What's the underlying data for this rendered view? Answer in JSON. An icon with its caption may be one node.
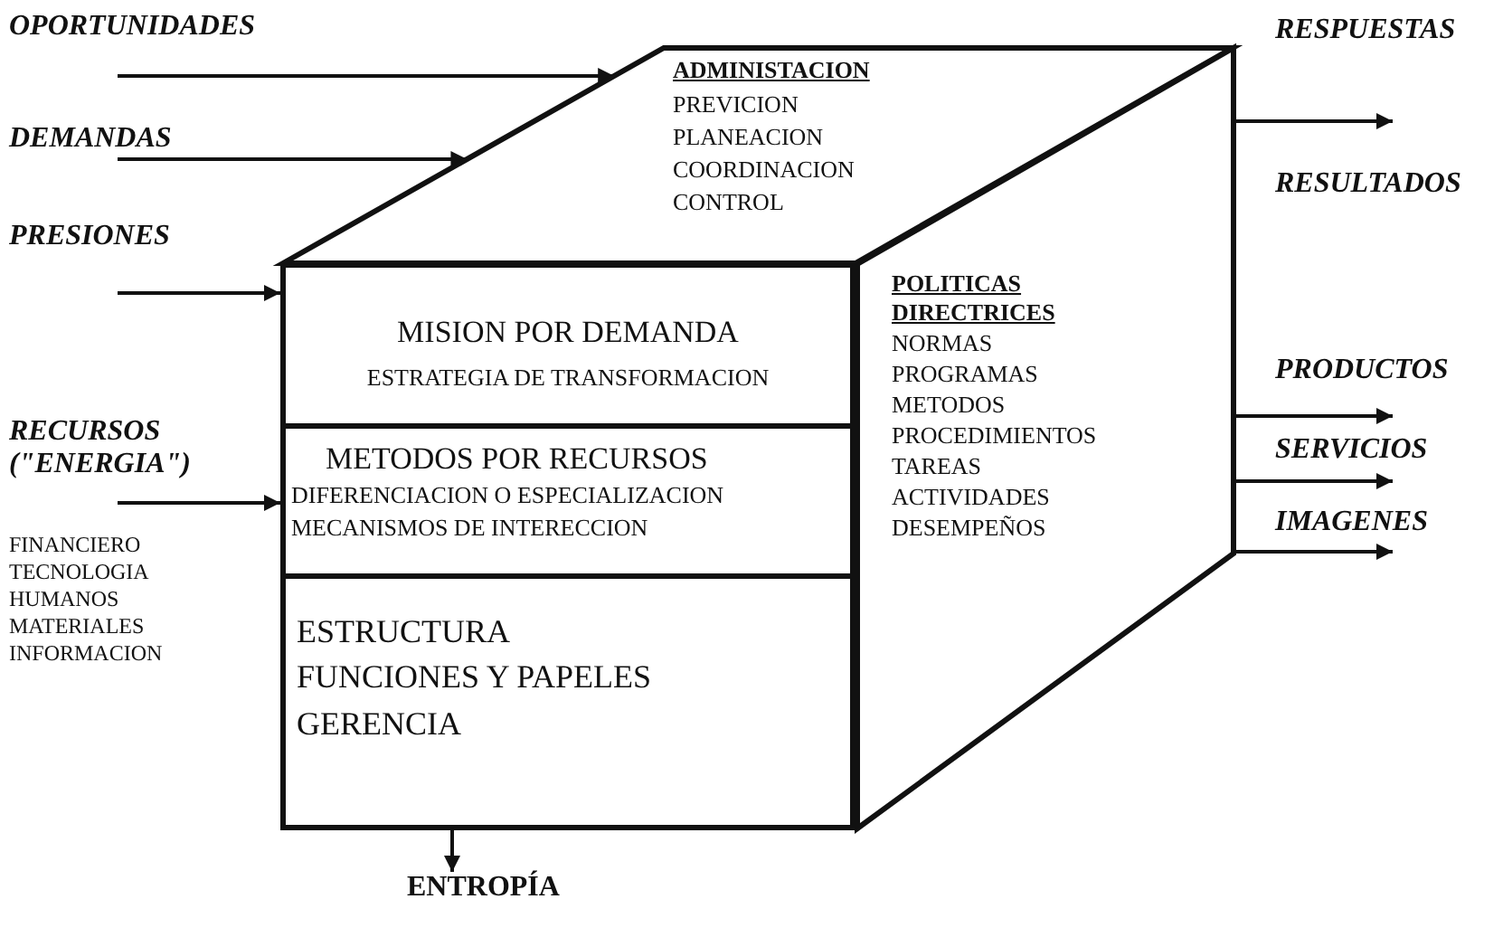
{
  "diagram": {
    "nodes": [
      {
        "text": [
          "ADMINISTACION",
          "PREVICION",
          "PLANEACION",
          "COORDINACION",
          "CONTROL"
        ]
      },
      {
        "text": [
          "MISION POR DEMANDA",
          "ESTRATEGIA DE TRANSFORMACION"
        ]
      },
      {
        "text": [
          "METODOS POR RECURSOS",
          "DIFERENCIACION O ESPECIALIZACION",
          "MECANISMOS DE INTERECCION"
        ]
      },
      {
        "text": [
          "ESTRUCTURA",
          "FUNCIONES Y PAPELES",
          "GERENCIA"
        ]
      },
      {
        "text": [
          "POLITICAS DIRECTRICES",
          "NORMAS",
          "PROGRAMAS",
          "METODOS",
          "PROCEDIMIENTOS",
          "TAREAS",
          "ACTIVIDADES",
          "DESEMPEÑOS"
        ]
      },
      {
        "text": [
          "ENTROPÍA"
        ]
      }
    ],
    "edges": [
      {
        "from": null,
        "to": 0,
        "arrow": "to",
        "label": "OPORTUNIDADES"
      },
      {
        "from": null,
        "to": 0,
        "arrow": "to",
        "label": "DEMANDAS"
      },
      {
        "from": null,
        "to": 1,
        "arrow": "to",
        "label": "PRESIONES"
      },
      {
        "from": null,
        "to": 2,
        "arrow": "to",
        "label": "RECURSOS (\"ENERGIA\")"
      },
      {
        "from": 4,
        "to": null,
        "arrow": "to",
        "label": "RESPUESTAS"
      },
      {
        "from": 4,
        "to": null,
        "arrow": "to",
        "label": "PRODUCTOS"
      },
      {
        "from": 4,
        "to": null,
        "arrow": "to",
        "label": "SERVICIOS"
      },
      {
        "from": 4,
        "to": null,
        "arrow": "to",
        "label": "IMAGENES"
      },
      {
        "from": 3,
        "to": 5,
        "arrow": "to"
      }
    ],
    "labels": [
      "RESULTADOS",
      "FINANCIERO",
      "TECNOLOGIA",
      "HUMANOS",
      "MATERIALES",
      "INFORMACION"
    ]
  }
}
